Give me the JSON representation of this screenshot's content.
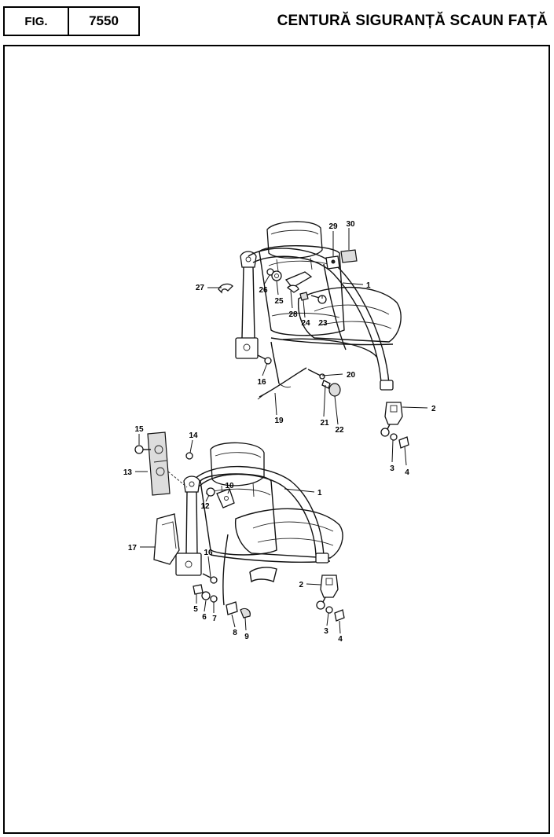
{
  "header": {
    "fig_label": "FIG.",
    "fig_number": "7550",
    "title": "CENTURĂ SIGURANȚĂ SCAUN FAȚĂ"
  },
  "callouts_top": [
    "29",
    "30",
    "1",
    "27",
    "26",
    "25",
    "28",
    "24",
    "23",
    "16",
    "20",
    "19",
    "21",
    "22",
    "2",
    "3",
    "4"
  ],
  "callouts_bottom": [
    "15",
    "14",
    "13",
    "1",
    "10",
    "12",
    "17",
    "16",
    "5",
    "6",
    "7",
    "8",
    "9",
    "2",
    "3",
    "4"
  ]
}
